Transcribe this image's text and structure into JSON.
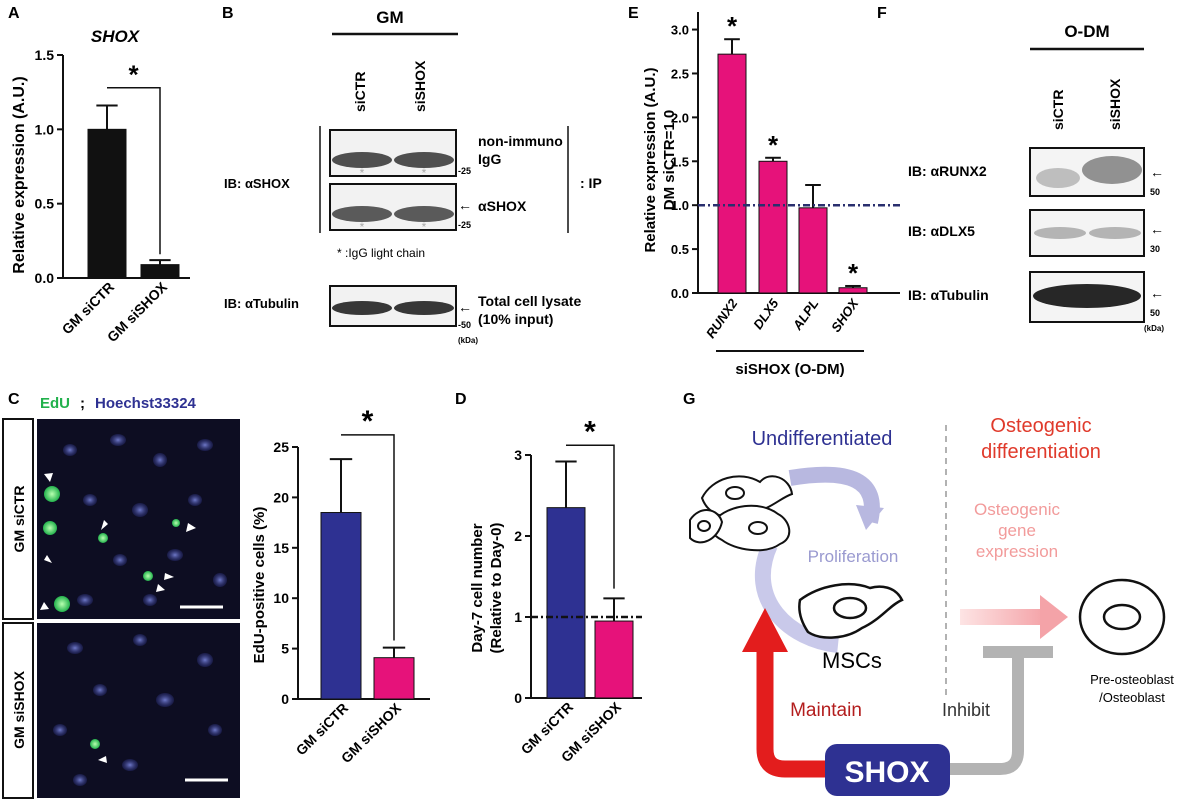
{
  "panels": {
    "A": {
      "letter": "A",
      "gene": "SHOX",
      "ylabel": "Relative expression (A.U.)",
      "categories": [
        "GM siCTR",
        "GM siSHOX"
      ],
      "ticks": [
        "0.0",
        "0.5",
        "1.0",
        "1.5"
      ],
      "star": "*"
    },
    "B": {
      "letter": "B",
      "condition": "GM",
      "lanes": [
        "siCTR",
        "siSHOX"
      ],
      "ib_shox": "IB: αSHOX",
      "nonimmuno_1": "non-immuno",
      "nonimmuno_2": "IgG",
      "ashox": "αSHOX",
      "ip": ": IP",
      "kda25a": "-25",
      "kda25b": "-25",
      "footnote": "* :IgG light chain",
      "ib_tubulin": "IB: αTubulin",
      "lysate_1": "Total cell lysate",
      "lysate_2": "(10% input)",
      "kda50": "-50",
      "kda_unit": "(kDa)",
      "arrow1": "←",
      "arrow2": "←"
    },
    "C": {
      "letter": "C",
      "stain_edu": "EdU",
      "stain_sep": ";",
      "stain_hoechst": "Hoechst33324",
      "row1": "GM siCTR",
      "row2": "GM siSHOX",
      "ylabel": "EdU-positive cells (%)",
      "categories": [
        "GM siCTR",
        "GM siSHOX"
      ],
      "ticks": [
        "0",
        "5",
        "10",
        "15",
        "20",
        "25"
      ],
      "star": "*"
    },
    "D": {
      "letter": "D",
      "ylabel1": "Day-7 cell number",
      "ylabel2": "(Relative to Day-0)",
      "categories": [
        "GM siCTR",
        "GM siSHOX"
      ],
      "ticks": [
        "0",
        "1",
        "2",
        "3"
      ],
      "star": "*"
    },
    "E": {
      "letter": "E",
      "ylabel1": "Relative expression (A.U.)",
      "ylabel2": "DM siCTR=1.0",
      "categories": [
        "RUNX2",
        "DLX5",
        "ALPL",
        "SHOX"
      ],
      "ticks": [
        "0.0",
        "0.5",
        "1.0",
        "1.5",
        "2.0",
        "2.5",
        "3.0"
      ],
      "group": "siSHOX (O-DM)",
      "stars": [
        "*",
        "*",
        "*"
      ]
    },
    "F": {
      "letter": "F",
      "condition": "O-DM",
      "lanes": [
        "siCTR",
        "siSHOX"
      ],
      "ib1": "IB: αRUNX2",
      "ib2": "IB: αDLX5",
      "ib3": "IB: αTubulin",
      "kda1": "50",
      "kda2": "30",
      "kda3": "50",
      "kda_unit": "(kDa)",
      "arrow1": "←",
      "arrow2": "←",
      "arrow3": "←"
    },
    "G": {
      "letter": "G",
      "undiff": "Undifferentiated",
      "osteo1": "Osteogenic",
      "osteo2": "differentiation",
      "prolif": "Proliferation",
      "gene1": "Osteogenic",
      "gene2": "gene",
      "gene3": "expression",
      "mscs": "MSCs",
      "pre1": "Pre-osteoblast",
      "pre2": "/Osteoblast",
      "maintain": "Maintain",
      "inhibit": "Inhibit",
      "shox": "SHOX"
    }
  },
  "colors": {
    "black_bar": "#111111",
    "navy_bar": "#2e3192",
    "pink_bar": "#e6127a",
    "navy_text": "#2e3192",
    "red_text": "#e03a2b",
    "maintain_red": "#e31d1d",
    "inhibit_gray": "#b3b3b3",
    "shox_box": "#2e3192",
    "edu_green": "#22b14c",
    "lavender": "#b8b8e0",
    "salmon": "#f29b9b"
  },
  "chart_data": [
    {
      "panel": "A",
      "type": "bar",
      "categories": [
        "GM siCTR",
        "GM siSHOX"
      ],
      "values": [
        1.0,
        0.09
      ],
      "errors": [
        0.16,
        0.03
      ],
      "ylabel": "Relative expression (A.U.)",
      "ylim": [
        0,
        1.5
      ],
      "title": "SHOX"
    },
    {
      "panel": "C",
      "type": "bar",
      "categories": [
        "GM siCTR",
        "GM siSHOX"
      ],
      "values": [
        18.5,
        4.1
      ],
      "errors": [
        5.3,
        1.0
      ],
      "ylabel": "EdU-positive cells (%)",
      "ylim": [
        0,
        25
      ]
    },
    {
      "panel": "D",
      "type": "bar",
      "categories": [
        "GM siCTR",
        "GM siSHOX"
      ],
      "values": [
        2.35,
        0.95
      ],
      "errors": [
        0.57,
        0.28
      ],
      "ylabel": "Day-7 cell number (Relative to Day-0)",
      "ylim": [
        0,
        3
      ],
      "reference": 1.0
    },
    {
      "panel": "E",
      "type": "bar",
      "categories": [
        "RUNX2",
        "DLX5",
        "ALPL",
        "SHOX"
      ],
      "values": [
        2.72,
        1.5,
        0.97,
        0.06
      ],
      "errors": [
        0.17,
        0.04,
        0.26,
        0.02
      ],
      "ylabel": "Relative expression (A.U.) DM siCTR=1.0",
      "xlabel": "siSHOX (O-DM)",
      "ylim": [
        0,
        3.2
      ],
      "reference": 1.0
    }
  ]
}
